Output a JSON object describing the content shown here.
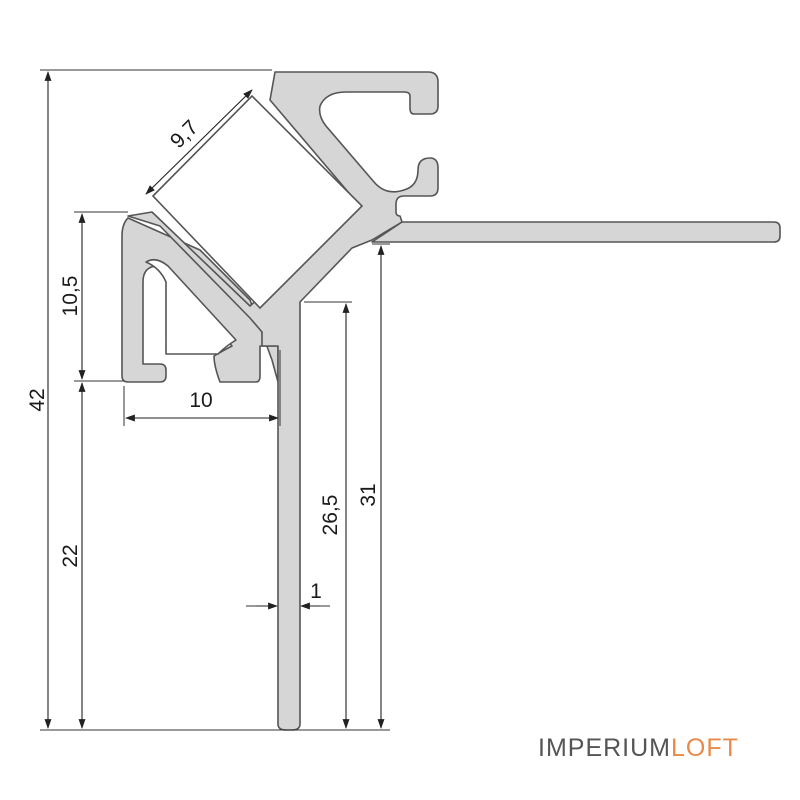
{
  "dimensions": {
    "total_height": "42",
    "diffuser_width": "9,7",
    "left_flange_height": "10,5",
    "left_flange_width": "10",
    "lower_height": "22",
    "web_height": "26,5",
    "right_height": "31",
    "wall_thickness": "1"
  },
  "logo": {
    "part1": "IMPERIUM",
    "part2": "LOFT"
  },
  "colors": {
    "profile_fill": "#d6d6d6",
    "profile_stroke": "#555555",
    "dimension_line": "#222222",
    "logo_main": "#555555",
    "logo_accent": "#e88a4a"
  }
}
